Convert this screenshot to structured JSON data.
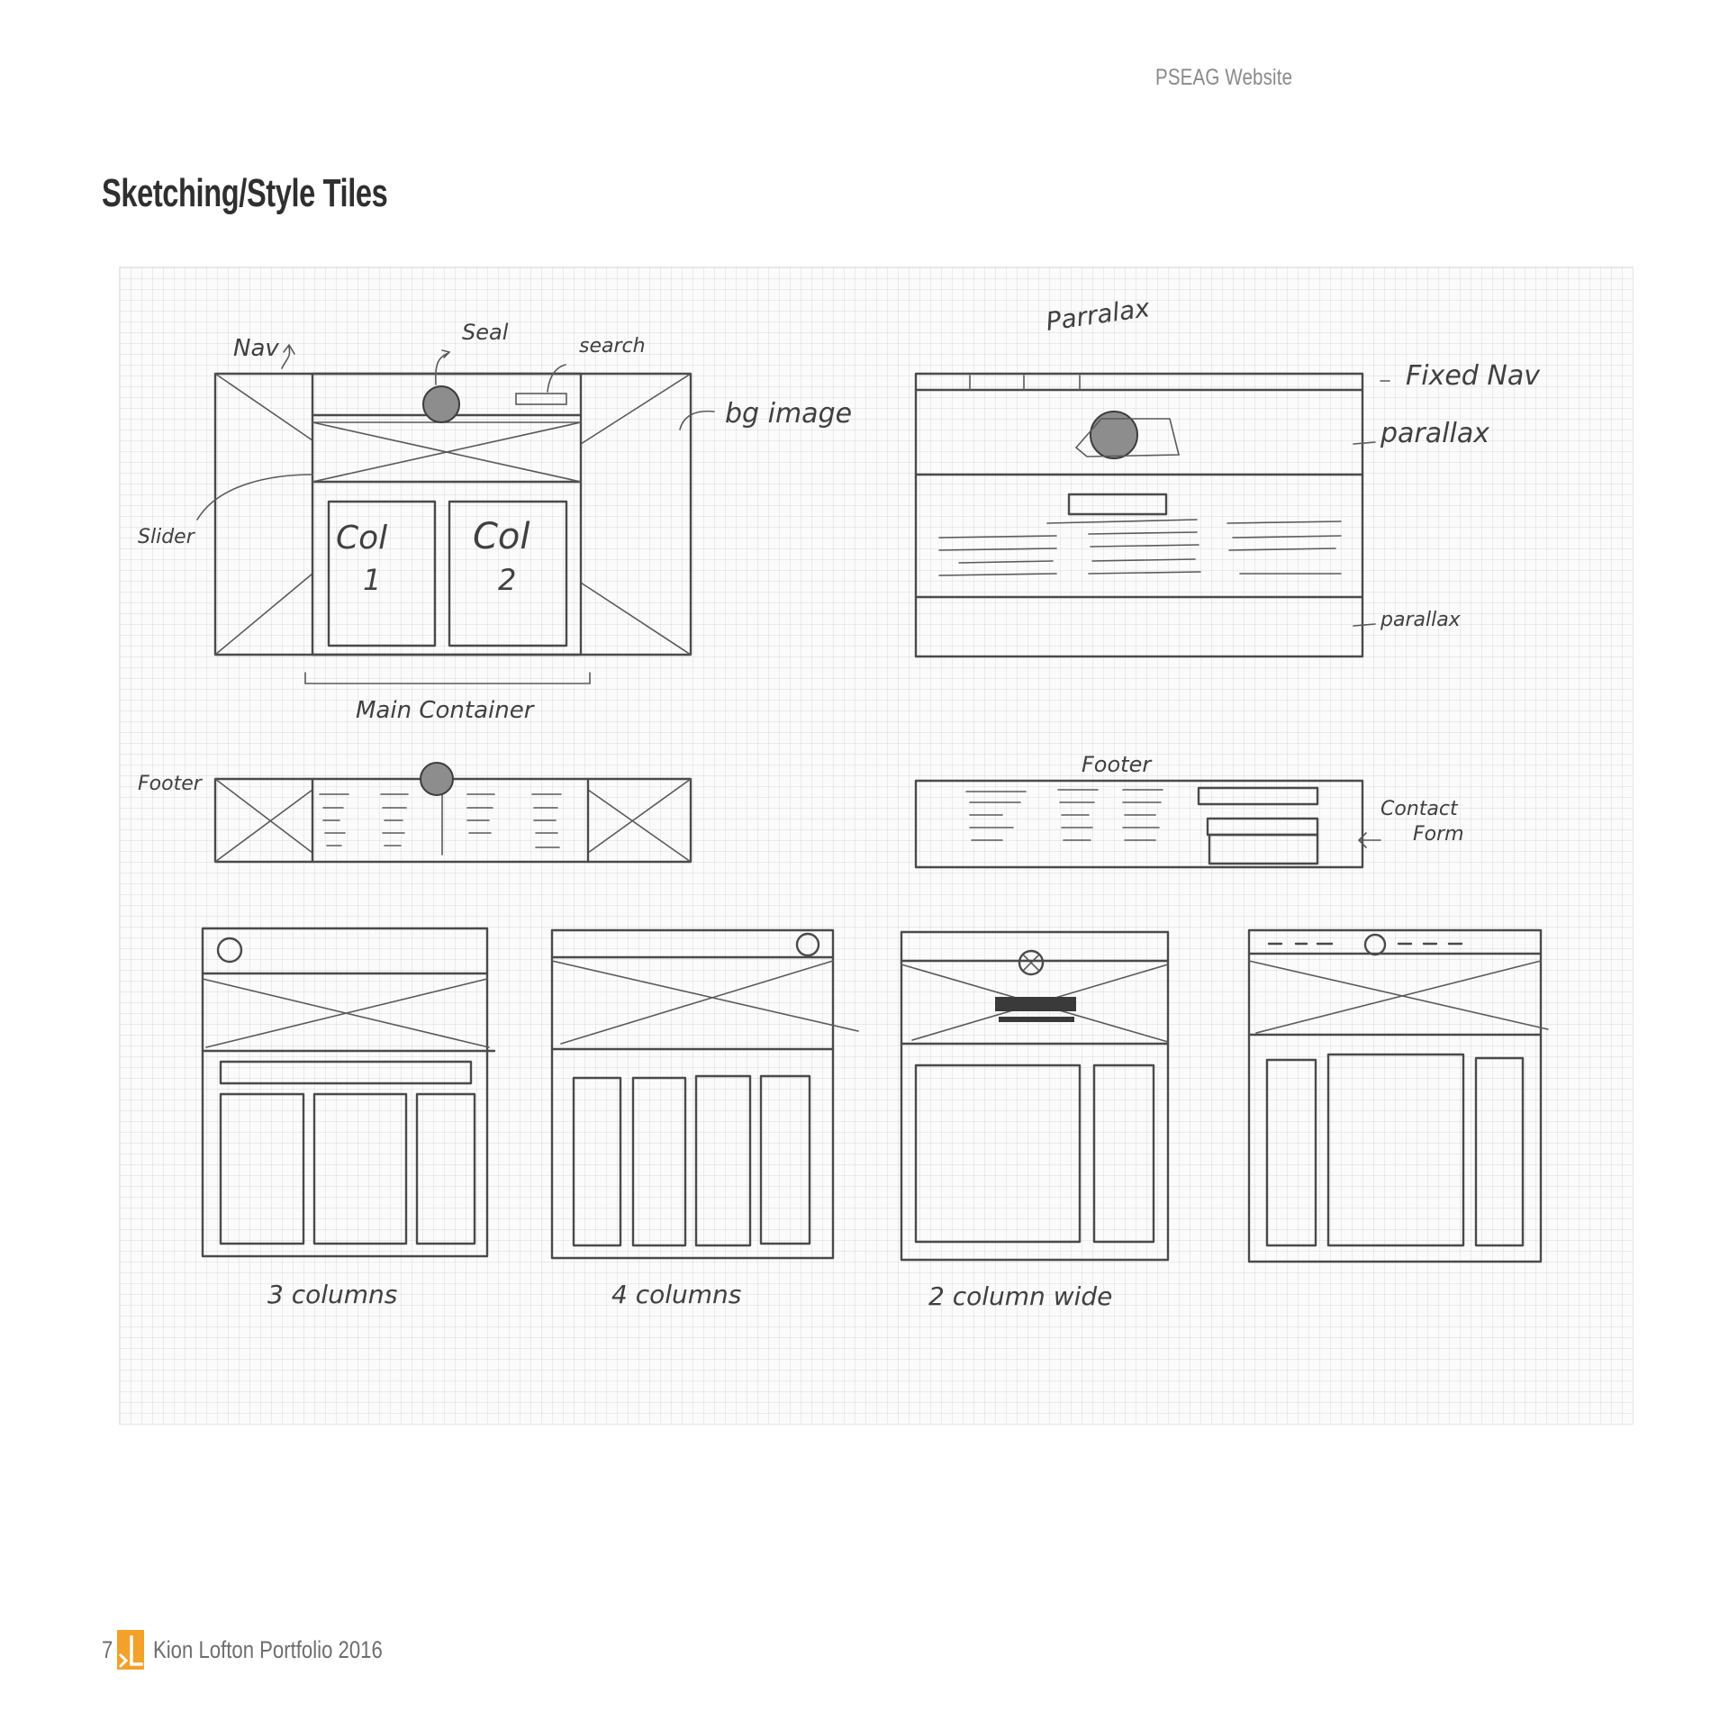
{
  "header": {
    "project": "PSEAG Website"
  },
  "section": {
    "title": "Sketching/Style Tiles"
  },
  "sketch": {
    "layout_a": {
      "labels": {
        "nav": "Nav",
        "seal": "Seal",
        "search": "search",
        "bg_image": "bg image",
        "slider": "Slider",
        "col1_top": "Col",
        "col1_num": "1",
        "col2_top": "Col",
        "col2_num": "2",
        "main_container": "Main Container",
        "footer": "Footer"
      }
    },
    "layout_b": {
      "labels": {
        "parallax_title": "Parralax",
        "fixed_nav": "Fixed Nav",
        "parallax_1": "parallax",
        "parallax_2": "parallax",
        "footer": "Footer",
        "contact_form_1": "Contact",
        "contact_form_2": "Form"
      }
    },
    "thumbnails": [
      {
        "caption": "3 columns"
      },
      {
        "caption": "4 columns"
      },
      {
        "caption": "2 column wide"
      }
    ]
  },
  "footer": {
    "page_number": "7",
    "logo_text": "›L",
    "portfolio": "Kion Lofton Portfolio 2016",
    "accent_color": "#f3a12a"
  }
}
